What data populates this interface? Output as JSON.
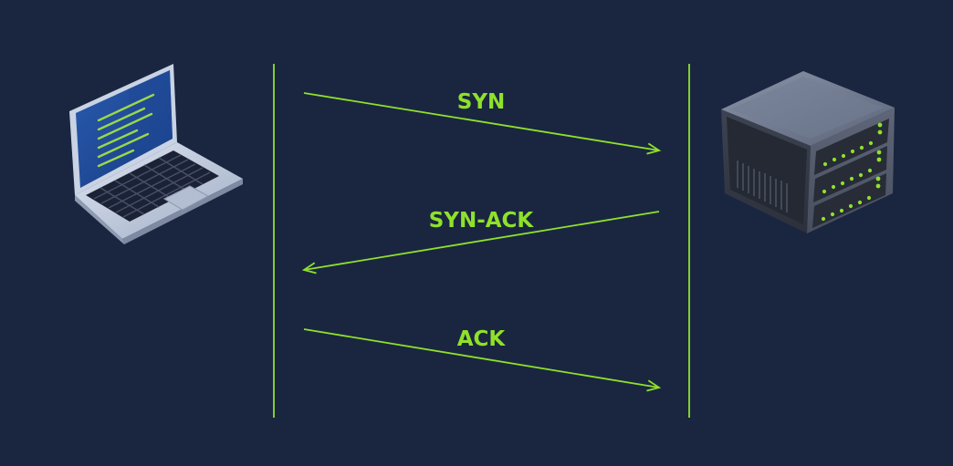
{
  "colors": {
    "background": "#1a2640",
    "accent": "#8fe12a"
  },
  "icons": {
    "client": "laptop-icon",
    "server": "server-icon"
  },
  "messages": [
    {
      "label": "SYN",
      "direction": "client-to-server"
    },
    {
      "label": "SYN-ACK",
      "direction": "server-to-client"
    },
    {
      "label": "ACK",
      "direction": "client-to-server"
    }
  ]
}
